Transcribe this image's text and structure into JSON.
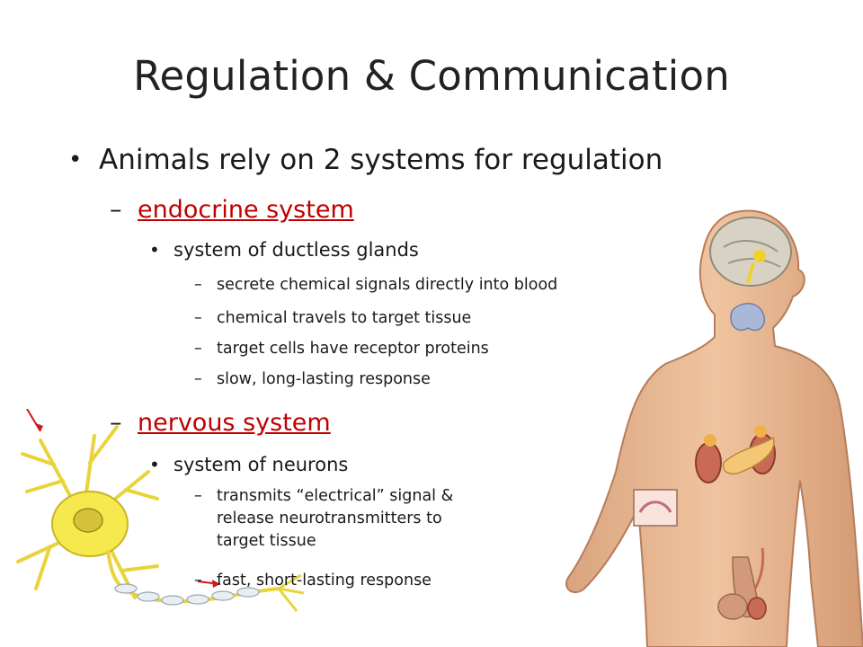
{
  "slide": {
    "title": "Regulation & Communication",
    "main_bullet": "Animals rely on 2 systems for regulation",
    "endocrine": {
      "label": "endocrine system",
      "sub": "system of ductless glands",
      "points": [
        "secrete chemical signals directly into blood",
        "chemical travels to target tissue",
        "target cells have receptor proteins",
        "slow, long-lasting response"
      ]
    },
    "nervous": {
      "label": "nervous system",
      "sub": "system of neurons",
      "points": [
        "transmits “electrical”  signal &",
        "release neurotransmitters to",
        "target tissue",
        "fast, short-lasting response"
      ]
    }
  },
  "colors": {
    "heading_red": "#c00000",
    "skin": "#e8b994",
    "neuron": "#f3e64a"
  },
  "images": {
    "neuron": "neuron-illustration",
    "body": "human-endocrine-glands-illustration"
  }
}
